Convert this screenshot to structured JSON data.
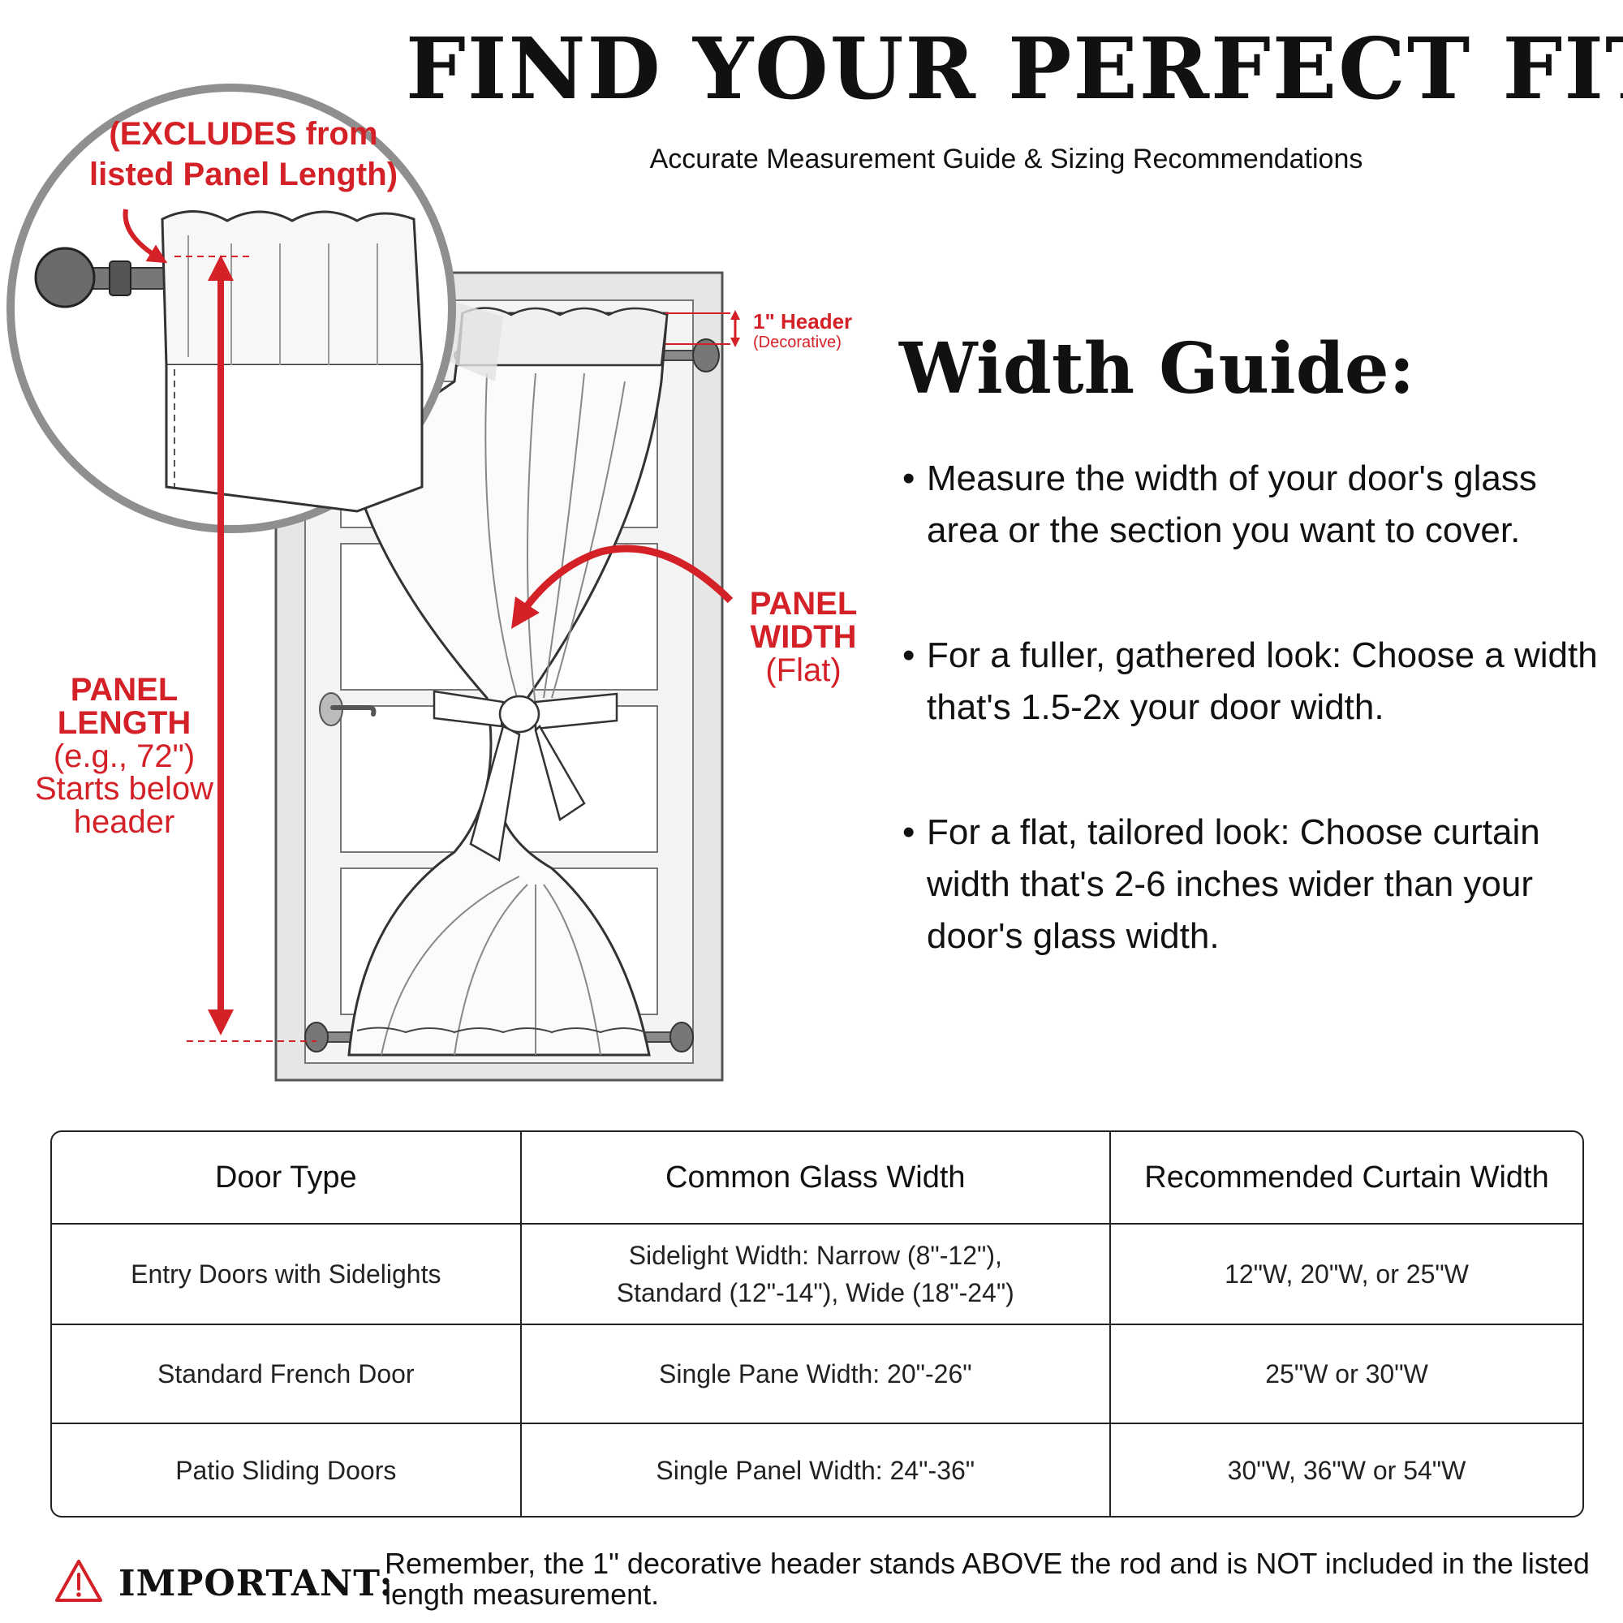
{
  "header": {
    "title": "FIND YOUR PERFECT FIT",
    "subtitle": "Accurate Measurement Guide & Sizing Recommendations"
  },
  "colors": {
    "accent_red": "#d42027",
    "text": "#111111",
    "line": "#222222"
  },
  "diagram": {
    "excludes_label": "(EXCLUDES from listed Panel Length)",
    "header_label": "1\" Header",
    "header_sub": "(Decorative)",
    "panel_width_line1": "PANEL",
    "panel_width_line2": "WIDTH",
    "panel_width_line3": "(Flat)",
    "panel_length_line1": "PANEL",
    "panel_length_line2": "LENGTH",
    "panel_length_line3": "(e.g., 72\")",
    "panel_length_line4": "Starts below",
    "panel_length_line5": "header",
    "icons": [
      "magnifier-circle",
      "curtain-rod",
      "door",
      "tieback-bow",
      "door-handle"
    ]
  },
  "width_guide": {
    "heading": "Width Guide:",
    "bullets": [
      "Measure the width of your door's glass area or the section you want to cover.",
      "For a fuller, gathered look: Choose a width that's 1.5-2x your door width.",
      "For a flat, tailored look: Choose curtain width that's 2-6 inches wider than your door's glass width."
    ]
  },
  "table": {
    "headers": [
      "Door Type",
      "Common Glass Width",
      "Recommended Curtain Width"
    ],
    "rows": [
      [
        "Entry Doors with Sidelights",
        "Sidelight Width: Narrow (8\"-12\"), Standard (12\"-14\"), Wide (18\"-24\")",
        "12\"W, 20\"W, or 25\"W"
      ],
      [
        "Standard French Door",
        "Single Pane Width: 20\"-26\"",
        "25\"W or 30\"W"
      ],
      [
        "Patio Sliding Doors",
        "Single Panel Width: 24\"-36\"",
        "30\"W, 36\"W or 54\"W"
      ]
    ]
  },
  "important": {
    "icon": "warning-triangle-icon",
    "label": "IMPORTANT:",
    "text": "Remember, the 1\" decorative header stands ABOVE the rod and is NOT included in the listed length measurement."
  }
}
